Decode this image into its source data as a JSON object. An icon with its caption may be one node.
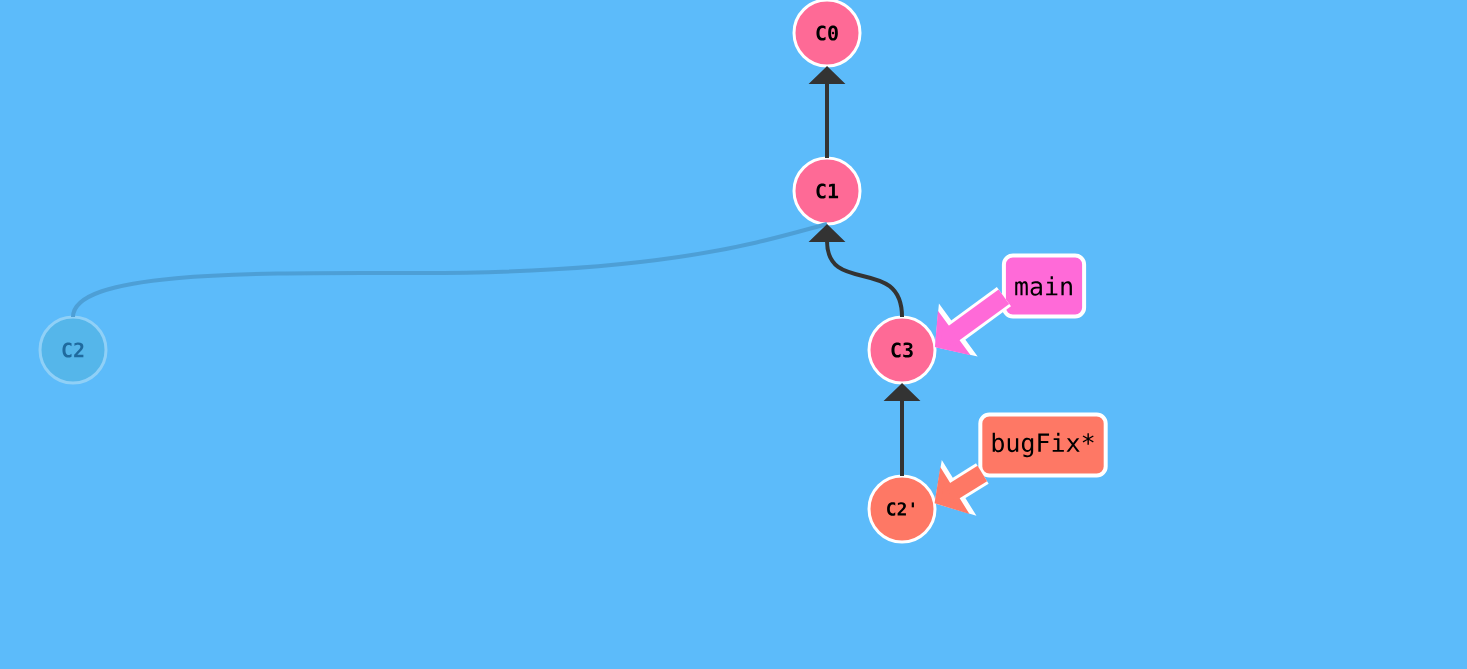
{
  "diagram": {
    "nodes": [
      {
        "text": [
          "C0"
        ]
      },
      {
        "text": [
          "C1"
        ]
      },
      {
        "text": [
          "C2"
        ]
      },
      {
        "text": [
          "C3"
        ]
      },
      {
        "text": [
          "main"
        ]
      },
      {
        "text": [
          "C2'"
        ]
      },
      {
        "text": [
          "bugFix*"
        ]
      }
    ],
    "edges": [
      {
        "from": 2,
        "to": 1,
        "arrow": "none",
        "color": "#4d9fd6"
      },
      {
        "from": 1,
        "to": 0,
        "arrow": "to"
      },
      {
        "from": 3,
        "to": 1,
        "arrow": "to"
      },
      {
        "from": 5,
        "to": 3,
        "arrow": "to"
      },
      {
        "from": 4,
        "to": 3,
        "arrow": "to",
        "style": "thick",
        "color": "#ff6ad8"
      },
      {
        "from": 6,
        "to": 5,
        "arrow": "to",
        "style": "thick",
        "color": "#fe7865"
      }
    ]
  }
}
